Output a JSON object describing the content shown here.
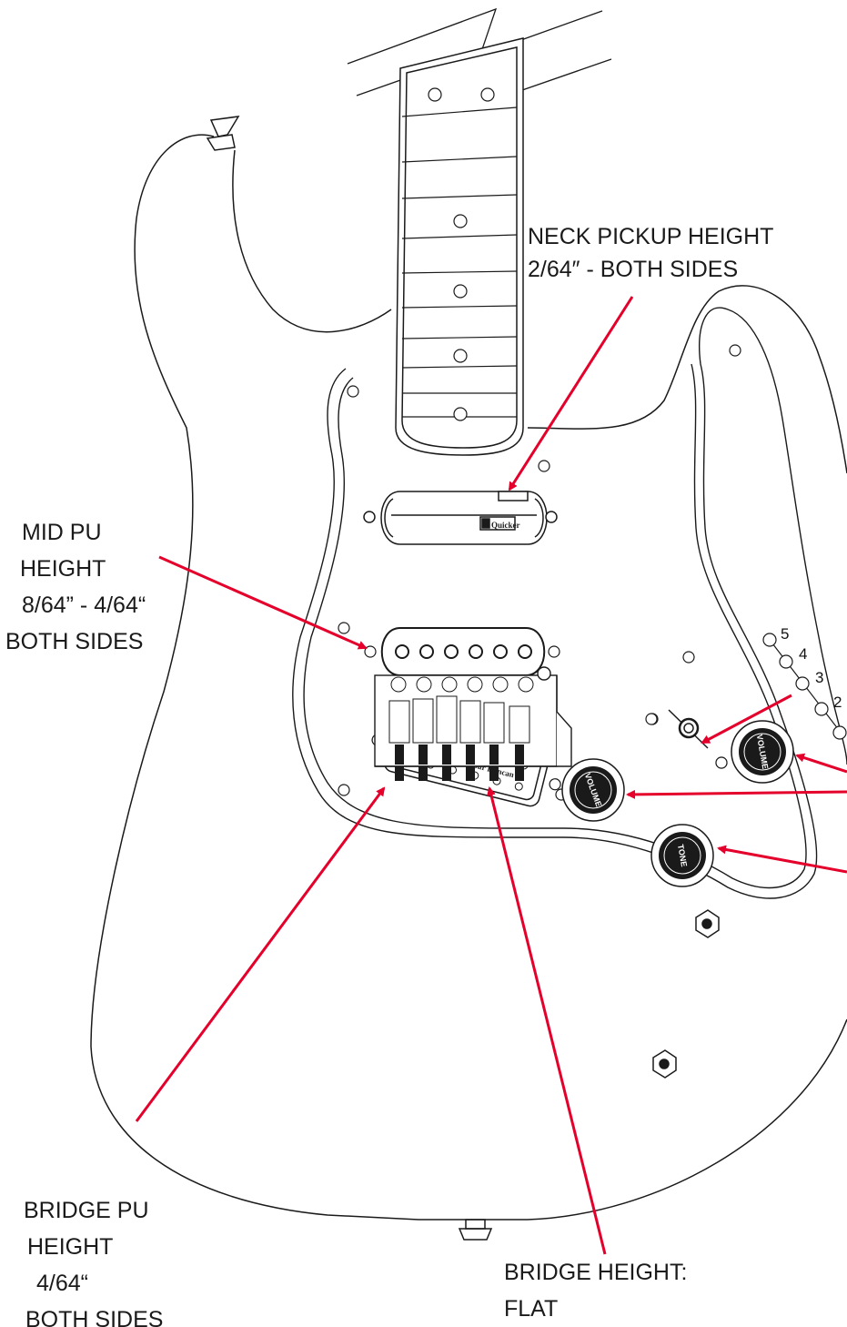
{
  "labels": {
    "neck": {
      "line1": "NECK PICKUP HEIGHT",
      "line2": "2/64″ - BOTH SIDES"
    },
    "mid": {
      "line1": "MID PU",
      "line2": "HEIGHT",
      "line3": "8/64” - 4/64“",
      "line4": "BOTH SIDES"
    },
    "bridge_pu": {
      "line1": "BRIDGE PU",
      "line2": "HEIGHT",
      "line3": "4/64“",
      "line4": "BOTH SIDES"
    },
    "bridge_height": {
      "line1": "BRIDGE HEIGHT:",
      "line2": "FLAT"
    }
  },
  "switch_positions": [
    "5",
    "4",
    "3",
    "2"
  ],
  "knobs": {
    "volume_1": "VOLUME",
    "tone": "TONE",
    "volume_2": "VOLUME"
  },
  "pickup_brands": {
    "neck": "Quicker",
    "bridge": "Seymour Duncan"
  },
  "colors": {
    "callout": "#e4002b",
    "line": "#1a1a1a"
  }
}
